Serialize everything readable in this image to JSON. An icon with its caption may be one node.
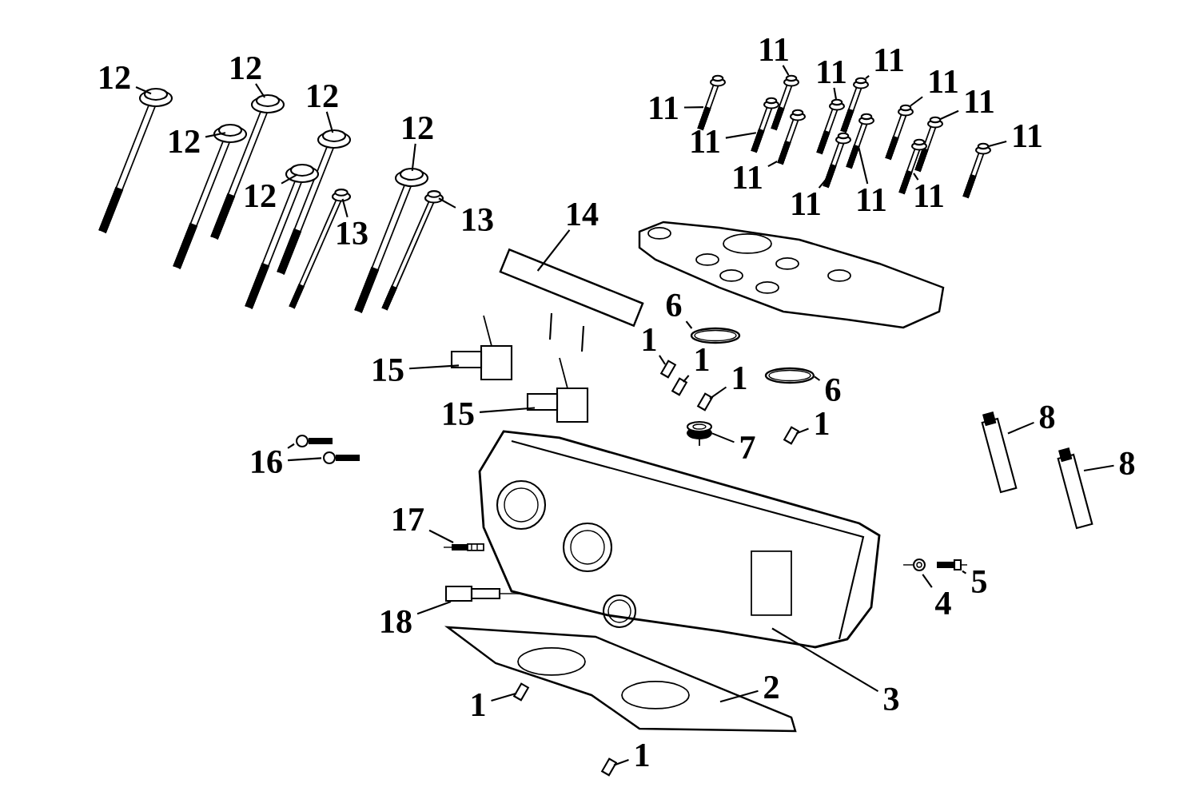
{
  "diagram": {
    "nodes": [
      {
        "text": [
          "11"
        ]
      },
      {
        "text": [
          "11"
        ]
      },
      {
        "text": [
          "11"
        ]
      },
      {
        "text": [
          "12"
        ]
      },
      {
        "text": [
          "12"
        ]
      },
      {
        "text": [
          "11"
        ]
      },
      {
        "text": [
          "12"
        ]
      },
      {
        "text": [
          "11"
        ]
      },
      {
        "text": [
          "11"
        ]
      },
      {
        "text": [
          "12"
        ]
      },
      {
        "text": [
          "11"
        ]
      },
      {
        "text": [
          "12"
        ]
      },
      {
        "text": [
          "11"
        ]
      },
      {
        "text": [
          "11"
        ]
      },
      {
        "text": [
          "12"
        ]
      },
      {
        "text": [
          "11"
        ]
      },
      {
        "text": [
          "11"
        ]
      },
      {
        "text": [
          "11"
        ]
      },
      {
        "text": [
          "14"
        ]
      },
      {
        "text": [
          "13"
        ]
      },
      {
        "text": [
          "13"
        ]
      },
      {
        "text": [
          "6"
        ]
      },
      {
        "text": [
          "1"
        ]
      },
      {
        "text": [
          "1"
        ]
      },
      {
        "text": [
          "15"
        ]
      },
      {
        "text": [
          "1"
        ]
      },
      {
        "text": [
          "6"
        ]
      },
      {
        "text": [
          "15"
        ]
      },
      {
        "text": [
          "8"
        ]
      },
      {
        "text": [
          "1"
        ]
      },
      {
        "text": [
          "7"
        ]
      },
      {
        "text": [
          "16"
        ]
      },
      {
        "text": [
          "8"
        ]
      },
      {
        "text": [
          "17"
        ]
      },
      {
        "text": [
          "5"
        ]
      },
      {
        "text": [
          "4"
        ]
      },
      {
        "text": [
          "18"
        ]
      },
      {
        "text": [
          "2"
        ]
      },
      {
        "text": [
          "3"
        ]
      },
      {
        "text": [
          "1"
        ]
      },
      {
        "text": [
          "1"
        ]
      },
      {
        "text": [],
        "shape": "picture"
      },
      {
        "text": [],
        "shape": "picture"
      },
      {
        "text": [],
        "shape": "picture"
      },
      {
        "text": [],
        "shape": "picture"
      },
      {
        "text": [],
        "shape": "picture"
      },
      {
        "text": [],
        "shape": "picture"
      },
      {
        "text": [],
        "shape": "picture"
      },
      {
        "text": [],
        "shape": "picture"
      },
      {
        "text": [],
        "shape": "picture"
      },
      {
        "text": [],
        "shape": "picture"
      },
      {
        "text": [],
        "shape": "picture"
      },
      {
        "text": [],
        "shape": "picture"
      },
      {
        "text": [],
        "shape": "picture"
      },
      {
        "text": [],
        "shape": "picture"
      },
      {
        "text": [],
        "shape": "picture"
      },
      {
        "text": [],
        "shape": "picture"
      },
      {
        "text": [],
        "shape": "picture"
      },
      {
        "text": [],
        "shape": "picture"
      },
      {
        "text": [],
        "shape": "picture"
      },
      {
        "text": [],
        "shape": "picture"
      },
      {
        "text": [],
        "shape": "picture"
      },
      {
        "text": [],
        "shape": "picture"
      },
      {
        "text": [],
        "shape": "picture"
      },
      {
        "text": [],
        "shape": "picture"
      },
      {
        "text": [],
        "shape": "picture"
      },
      {
        "text": [],
        "shape": "picture"
      },
      {
        "text": [],
        "shape": "picture"
      },
      {
        "text": [],
        "shape": "picture"
      },
      {
        "text": [],
        "shape": "picture"
      },
      {
        "text": [],
        "shape": "picture"
      },
      {
        "text": [],
        "shape": "picture"
      },
      {
        "text": [],
        "shape": "picture"
      },
      {
        "text": [],
        "shape": "picture"
      },
      {
        "text": [],
        "shape": "picture"
      },
      {
        "text": [],
        "shape": "picture"
      },
      {
        "text": [],
        "shape": "picture"
      },
      {
        "text": [],
        "shape": "picture"
      },
      {
        "text": [],
        "shape": "picture"
      },
      {
        "text": [],
        "shape": "picture"
      },
      {
        "text": [],
        "shape": "picture"
      },
      {
        "text": [],
        "shape": "picture"
      },
      {
        "text": [],
        "shape": "picture"
      }
    ],
    "edges": [
      {
        "from": 0,
        "to": 41,
        "arrow": "none"
      },
      {
        "from": 1,
        "to": 42,
        "arrow": "none"
      },
      {
        "from": 2,
        "to": 43,
        "arrow": "none"
      },
      {
        "from": 3,
        "to": 44,
        "arrow": "none"
      },
      {
        "from": 4,
        "to": 45,
        "arrow": "none"
      },
      {
        "from": 5,
        "to": 46,
        "arrow": "none"
      },
      {
        "from": 6,
        "to": 47,
        "arrow": "none"
      },
      {
        "from": 7,
        "to": 48,
        "arrow": "none"
      },
      {
        "from": 8,
        "to": 49,
        "arrow": "none"
      },
      {
        "from": 9,
        "to": 50,
        "arrow": "none"
      },
      {
        "from": 10,
        "to": 51,
        "arrow": "none"
      },
      {
        "from": 11,
        "to": 52,
        "arrow": "none"
      },
      {
        "from": 12,
        "to": 53,
        "arrow": "none"
      },
      {
        "from": 13,
        "to": 54,
        "arrow": "none"
      },
      {
        "from": 14,
        "to": 55,
        "arrow": "none"
      },
      {
        "from": 15,
        "to": 56,
        "arrow": "none"
      },
      {
        "from": 16,
        "to": 57,
        "arrow": "none"
      },
      {
        "from": 17,
        "to": 58,
        "arrow": "none"
      },
      {
        "from": 18,
        "to": 59,
        "arrow": "none"
      },
      {
        "from": 19,
        "to": 60,
        "arrow": "none"
      },
      {
        "from": 20,
        "to": 61,
        "arrow": "none"
      },
      {
        "from": 21,
        "to": 62,
        "arrow": "none"
      },
      {
        "from": 22,
        "to": 63,
        "arrow": "none"
      },
      {
        "from": 23,
        "to": 64,
        "arrow": "none"
      },
      {
        "from": 24,
        "to": 65,
        "arrow": "none"
      },
      {
        "from": 25,
        "to": 66,
        "arrow": "none"
      },
      {
        "from": 26,
        "to": 67,
        "arrow": "none"
      },
      {
        "from": 27,
        "to": 68,
        "arrow": "none"
      },
      {
        "from": 28,
        "to": 69,
        "arrow": "none"
      },
      {
        "from": 29,
        "to": 70,
        "arrow": "none"
      },
      {
        "from": 30,
        "to": 71,
        "arrow": "none"
      },
      {
        "from": 31,
        "to": 72,
        "arrow": "none"
      },
      {
        "from": 31,
        "to": 73,
        "arrow": "none"
      },
      {
        "from": 32,
        "to": 74,
        "arrow": "none"
      },
      {
        "from": 33,
        "to": 75,
        "arrow": "none"
      },
      {
        "from": 34,
        "to": 76,
        "arrow": "none"
      },
      {
        "from": 35,
        "to": 77,
        "arrow": "none"
      },
      {
        "from": 36,
        "to": 78,
        "arrow": "none"
      },
      {
        "from": 37,
        "to": 79,
        "arrow": "none"
      },
      {
        "from": 38,
        "to": 80,
        "arrow": "none"
      },
      {
        "from": 39,
        "to": 81,
        "arrow": "none"
      },
      {
        "from": 40,
        "to": 82,
        "arrow": "none"
      }
    ]
  }
}
